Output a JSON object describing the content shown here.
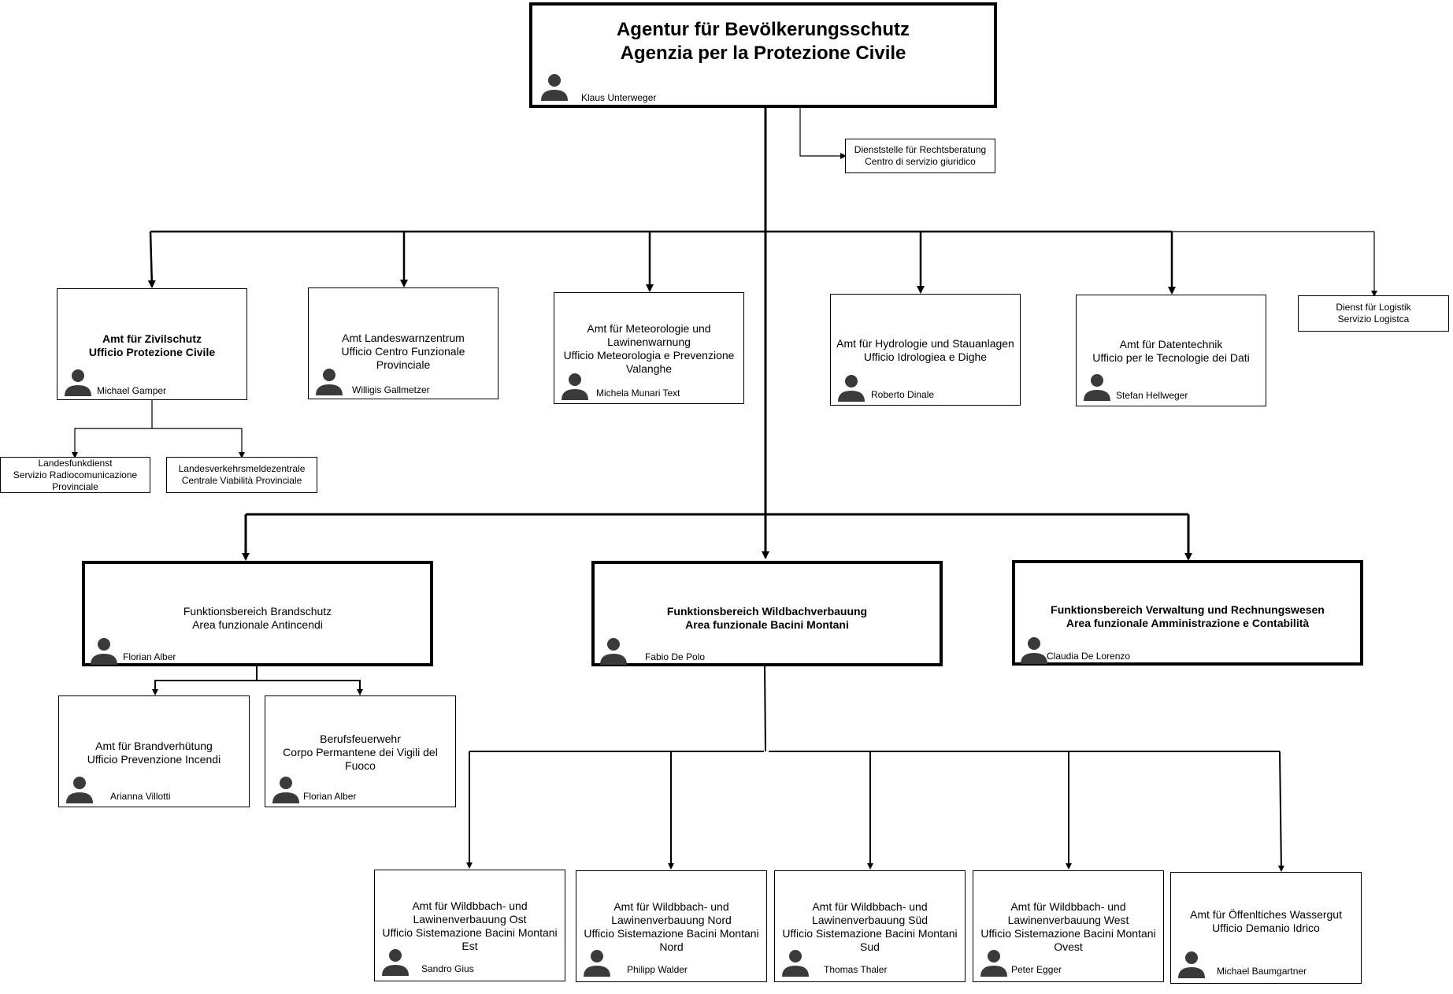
{
  "units": {
    "agency": {
      "title": "Agentur für Bevölkerungsschutz\nAgenzia per la Protezione Civile",
      "person": "Klaus Unterweger"
    },
    "legal": {
      "title": "Dienststelle für Rechtsberatung\nCentro di servizio giuridico"
    },
    "zivilschutz": {
      "title": "Amt für Zivilschutz\nUfficio Protezione Civile",
      "person": "Michael Gamper"
    },
    "warnzentrum": {
      "title": "Amt Landeswarnzentrum\nUfficio Centro Funzionale Provinciale",
      "person": "Willigis Gallmetzer"
    },
    "meteo": {
      "title": "Amt für Meteorologie und\nLawinenwarnung\nUfficio Meteorologia e Prevenzione\nValanghe",
      "person": "Michela Munari Text"
    },
    "hydro": {
      "title": "Amt für Hydrologie und Stauanlagen\nUfficio Idrologiea e Dighe",
      "person": "Roberto Dinale"
    },
    "daten": {
      "title": "Amt für Datentechnik\nUfficio per le Tecnologie dei Dati",
      "person": "Stefan Hellweger"
    },
    "logistik": {
      "title": "Dienst für Logistik\nServizio Logistca"
    },
    "funk": {
      "title": "Landesfunkdienst\nServizio Radiocomunicazione\nProvinciale"
    },
    "verkehr": {
      "title": "Landesverkehrsmeldezentrale\nCentrale Viabilità Provinciale"
    },
    "brandschutz": {
      "title": "Funktionsbereich Brandschutz\nArea funzionale Antincendi",
      "person": "Florian Alber"
    },
    "wildbach": {
      "title": "Funktionsbereich Wildbachverbauung\nArea funzionale Bacini Montani",
      "person": "Fabio De Polo"
    },
    "verwaltung": {
      "title": "Funktionsbereich Verwaltung und Rechnungswesen\nArea funzionale Amministrazione e Contabilità",
      "person": "Claudia De Lorenzo"
    },
    "brandverh": {
      "title": "Amt für Brandverhütung\nUfficio Prevenzione Incendi",
      "person": "Arianna Villotti"
    },
    "feuerwehr": {
      "title": "Berufsfeuerwehr\nCorpo Permantene dei Vigili del\nFuoco",
      "person": "Florian Alber"
    },
    "ost": {
      "title": "Amt für Wildbbach- und\nLawinenverbauung Ost\nUfficio Sistemazione Bacini Montani\nEst",
      "person": "Sandro Gius"
    },
    "nord": {
      "title": "Amt für Wildbbach- und\nLawinenverbauung Nord\nUfficio Sistemazione Bacini Montani\nNord",
      "person": "Philipp Walder"
    },
    "sued": {
      "title": "Amt für Wildbbach- und\nLawinenverbauung Süd\nUfficio Sistemazione Bacini Montani\nSud",
      "person": "Thomas Thaler"
    },
    "west": {
      "title": "Amt für Wildbbach- und\nLawinenverbauung West\nUfficio Sistemazione Bacini Montani\nOvest",
      "person": "Peter Egger"
    },
    "wassergut": {
      "title": "Amt für Öffenltiches Wassergut\nUfficio Demanio Idrico",
      "person": "Michael Baumgartner"
    }
  }
}
